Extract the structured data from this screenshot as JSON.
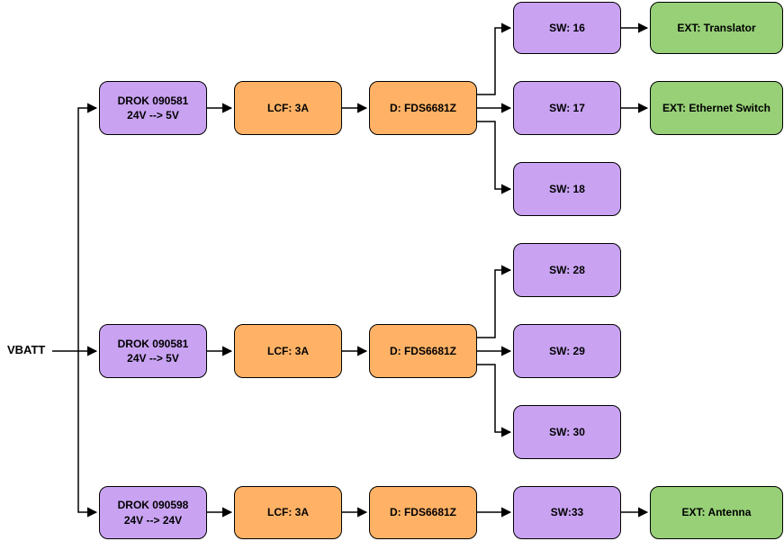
{
  "diagram": {
    "source_label": "VBATT",
    "colors": {
      "converter_switch_fill": "#C9A3F2",
      "lcf_driver_fill": "#FFB266",
      "external_fill": "#97D077",
      "stroke": "#000000",
      "background": "#ffffff"
    },
    "groups": [
      {
        "converter": {
          "line1": "DROK 090581",
          "line2": "24V --> 5V"
        },
        "lcf": "LCF: 3A",
        "driver": "D: FDS6681Z",
        "switches": [
          "SW: 16",
          "SW: 17",
          "SW: 18"
        ],
        "externals": [
          "EXT: Translator",
          "EXT: Ethernet Switch"
        ]
      },
      {
        "converter": {
          "line1": "DROK 090581",
          "line2": "24V --> 5V"
        },
        "lcf": "LCF: 3A",
        "driver": "D: FDS6681Z",
        "switches": [
          "SW: 28",
          "SW: 29",
          "SW: 30"
        ],
        "externals": []
      },
      {
        "converter": {
          "line1": "DROK 090598",
          "line2": "24V --> 24V"
        },
        "lcf": "LCF: 3A",
        "driver": "D: FDS6681Z",
        "switches": [
          "SW:33"
        ],
        "externals": [
          "EXT: Antenna"
        ]
      }
    ]
  }
}
